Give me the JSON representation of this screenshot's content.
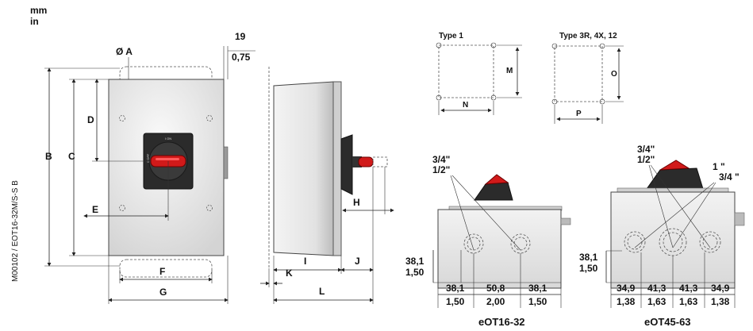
{
  "units": {
    "primary": "mm",
    "secondary": "in"
  },
  "side_code": "M00102 / EOT16-32M/S-S   B",
  "top_dim": {
    "mm": "19",
    "in": "0,75"
  },
  "front_labels": {
    "diameter": "Ø A",
    "b": "B",
    "c": "C",
    "d": "D",
    "e": "E",
    "f": "F",
    "g": "G"
  },
  "side_labels": {
    "h": "H",
    "i": "I",
    "j": "J",
    "k": "K",
    "l": "L"
  },
  "switch_marks": {
    "on": "I ON",
    "off": "0 OFF"
  },
  "mount_type1": {
    "title": "Type 1",
    "m": "M",
    "n": "N"
  },
  "mount_type3r": {
    "title": "Type 3R, 4X, 12",
    "o": "O",
    "p": "P"
  },
  "eot16": {
    "caption": "eOT16-32",
    "conduit_top": "3/4\"",
    "conduit_bottom": "1/2\"",
    "height_mm": "38,1",
    "height_in": "1,50",
    "widths_mm": [
      "38,1",
      "50,8",
      "38,1"
    ],
    "widths_in": [
      "1,50",
      "2,00",
      "1,50"
    ]
  },
  "eot45": {
    "caption": "eOT45-63",
    "conduit_left_top": "3/4\"",
    "conduit_left_bottom": "1/2\"",
    "conduit_right_top": "1 \"",
    "conduit_right_bottom": "3/4 \"",
    "height_mm": "38,1",
    "height_in": "1,50",
    "widths_mm": [
      "34,9",
      "41,3",
      "41,3",
      "34,9"
    ],
    "widths_in": [
      "1,38",
      "1,63",
      "1,63",
      "1,38"
    ]
  },
  "colors": {
    "handle_red": "#d11a1a",
    "handle_dark": "#2b2b2b",
    "enclosure": "#e8e8e8"
  }
}
